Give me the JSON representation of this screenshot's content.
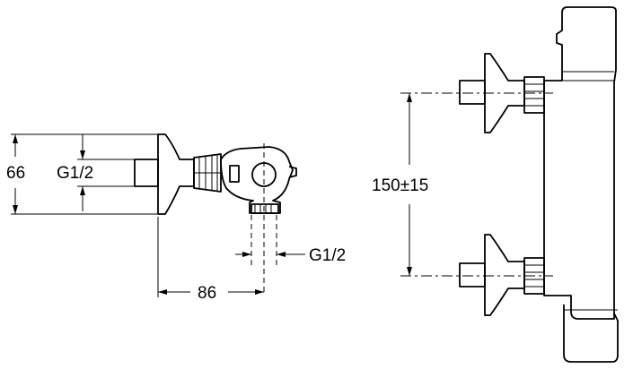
{
  "dimensions": {
    "side_height": "66",
    "side_inlet_thread": "G1/2",
    "outlet_thread": "G1/2",
    "depth": "86",
    "inlet_spacing": "150±15"
  }
}
